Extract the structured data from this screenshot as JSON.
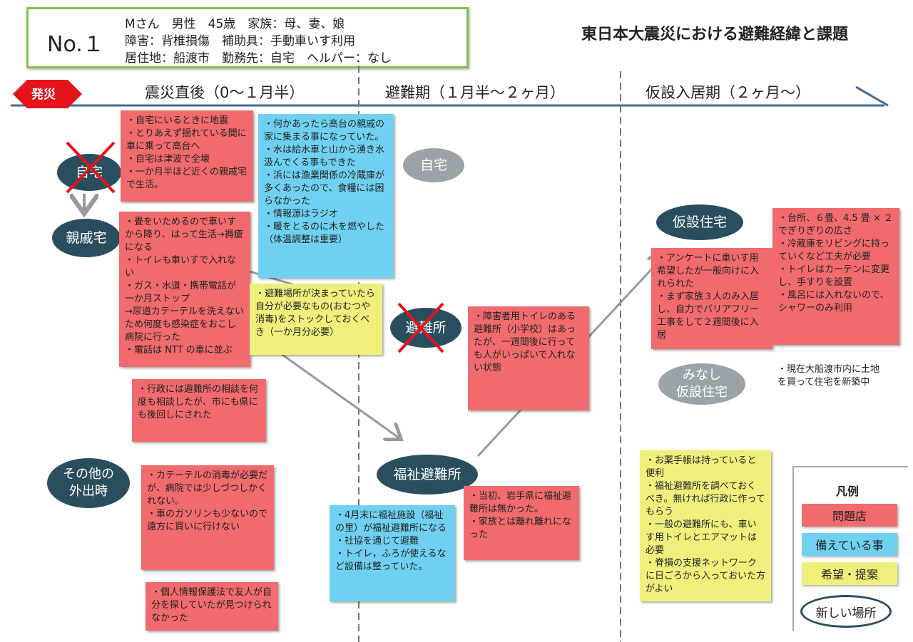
{
  "header": {
    "number": "No.１",
    "line1": "Mさん　男性　45歳　家族：母、妻、娘",
    "line2": "障害：背椎損傷　補助具：手動車いす利用",
    "line3": "居住地：船渡市　勤務先：自宅　ヘルパー：なし",
    "title": "東日本大震災における避難経緯と課題"
  },
  "timeline": {
    "start_badge": "発災",
    "periods": [
      "震災直後（0～１月半）",
      "避難期（１月半～２ヶ月）",
      "仮設入居期（２ヶ月～）"
    ]
  },
  "places": {
    "home1": "自宅",
    "relative": "親戚宅",
    "other_outing": "その他の\n外出時",
    "home2": "自宅",
    "shelter": "避難所",
    "welfare_shelter": "福祉避難所",
    "temp_housing": "仮設住宅",
    "deemed_temp": "みなし\n仮設住宅"
  },
  "notes": {
    "r1": "・自宅にいるときに地震\n・とりあえず揺れている間に車に乗って高台へ\n・自宅は津波で全壊\n・一か月半ほど近くの親戚宅で生活。",
    "b1": "・何かあったら高台の親戚の家に集まる事になっていた。\n・水は給水車と山から湧き水汲んでくる事もできた\n・浜には漁業関係の冷蔵庫が多くあったので、食糧には困らなかった\n・情報源はラジオ\n・暖をとるのに木を燃やした（体温調整は重要）",
    "r2": "・畳をいためるので車いすから降り、はって生活→褥瘡になる\n・トイレも車いすで入れない\n・ガス・水道・携帯電話が一か月ストップ\n→尿道カテーテルを洗えないため何度も感染症をおこし病院に行った\n・電話は NTT の車に並ぶ",
    "y1": "・避難場所が決まっていたら自分が必要なもの(おむつや消毒)をストックしておくべき（一か月分必要）",
    "r3": "・障害者用トイレのある避難所（小学校）はあったが、一週間後に行っても人がいっぱいで入れない状態",
    "r4": "・行政には避難所の相談を何度も相談したが、市にも県にも後回しにされた",
    "r5": "・カテーテルの消毒が必要だが、病院では少しづつしかくれない。\n・車のガソリンも少ないので遠方に買いに行けない",
    "r6": "・個人情報保護法で友人が自分を探していたが見つけられなかった",
    "b2": "・4月末に福祉施設（福祉の里）が福祉避難所になる\n・社協を通じて避難\n・トイレ，ふろが使えるなど設備は整っていた。",
    "r7": "・当初、岩手県に福祉避難所は無かった。\n・家族とは離れ離れになった",
    "r8": "・アンケートに車いす用希望したが一般向けに入れられた\n・まず家族３人のみ入居し、自力でバリアフリー工事をして２週間後に入居",
    "r9": "・台所、６畳、4.5 畳 × ２でぎりぎりの広さ\n・冷蔵庫をリビングに持っていくなど工夫が必要\n・トイレはカーテンに変更し、手すりを設置\n・風呂には入れないので、シャワーのみ利用",
    "plain1": "・現在大船渡市内に土地を買って住宅を新築中",
    "y2": "・お薬手帳は持っていると便利\n・福祉避難所を調べておくべき。無ければ行政に作ってもらう\n・一般の避難所にも、車いす用トイレとエアマットは必要\n・脊損の支援ネットワークに日ごろから入っておいた方がよい"
  },
  "legend": {
    "title": "凡例",
    "problem": "問題店",
    "prepared": "備えている事",
    "hope": "希望・提案",
    "new_place": "新しい場所"
  },
  "colors": {
    "red": "#f06a6e",
    "blue": "#6fd0f2",
    "yellow": "#f1ef7c",
    "dark_oval": "#2a4e5e",
    "header_border": "#7dc24a",
    "badge": "#e4141c"
  }
}
